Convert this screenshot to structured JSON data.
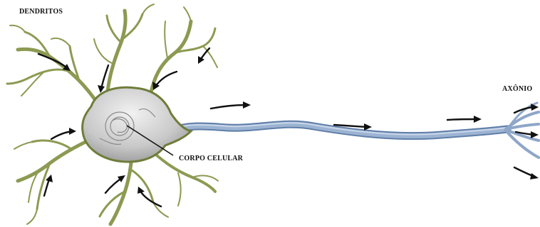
{
  "labels": {
    "dendritos": "DENDRITOS",
    "axonio": "AXÔNIO",
    "corpo_celular": "CORPO CELULAR"
  },
  "colors": {
    "dendrite": "#8c9a52",
    "dendrite_dark": "#6f7d3a",
    "soma_light": "#e9e9e9",
    "soma_dark": "#9a9a9a",
    "axon": "#8ea6c8",
    "axon_dark": "#5f7ea8",
    "arrow": "#111111"
  }
}
